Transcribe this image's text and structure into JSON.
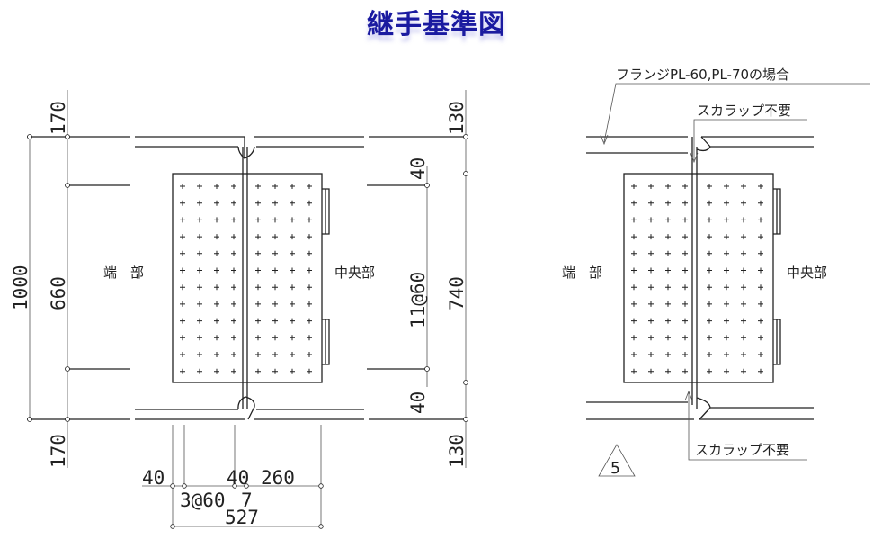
{
  "title": "継手基準図",
  "left_drawing": {
    "end_label": "端　部",
    "center_label": "中央部",
    "left_dims": {
      "top": "170",
      "web": "660",
      "total": "1000",
      "bottom": "170"
    },
    "right_dims": {
      "top": "130",
      "edge_top": "40",
      "pitch": "11@60",
      "web": "740",
      "edge_bottom": "40",
      "bottom": "130"
    },
    "bottom_dims": {
      "edge_left": "40",
      "pitch": "3@60",
      "gap": "7",
      "edge_center": "40",
      "right": "260",
      "total": "527"
    },
    "bolt_rows": 12,
    "bolt_cols_per_side": 4
  },
  "right_drawing": {
    "flange_note": "フランジPL-60,PL-70の場合",
    "scallop_top": "スカラップ不要",
    "scallop_bottom": "スカラップ不要",
    "end_label": "端　部",
    "center_label": "中央部",
    "weld_mark": "5",
    "bolt_rows": 12,
    "bolt_cols_per_side": 4
  }
}
